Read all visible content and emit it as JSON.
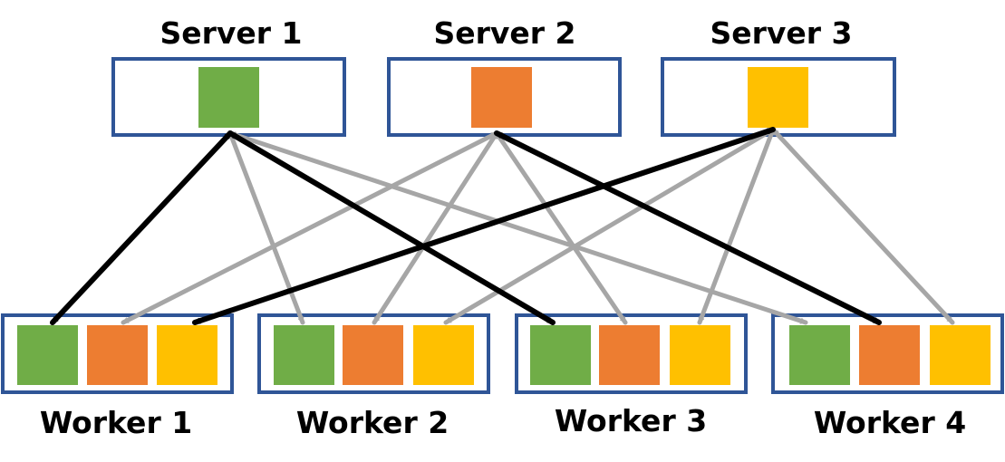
{
  "colors": {
    "green": "#70ad47",
    "orange": "#ed7d31",
    "yellow": "#ffc000",
    "box_border": "#2f5597",
    "arrow_black": "#000000",
    "arrow_gray": "#a6a6a6"
  },
  "servers": [
    {
      "id": "server-1",
      "label": "Server 1",
      "shard": "green"
    },
    {
      "id": "server-2",
      "label": "Server 2",
      "shard": "orange"
    },
    {
      "id": "server-3",
      "label": "Server 3",
      "shard": "yellow"
    }
  ],
  "workers": [
    {
      "id": "worker-1",
      "label": "Worker 1",
      "shards": [
        "green",
        "orange",
        "yellow"
      ]
    },
    {
      "id": "worker-2",
      "label": "Worker 2",
      "shards": [
        "green",
        "orange",
        "yellow"
      ]
    },
    {
      "id": "worker-3",
      "label": "Worker 3",
      "shards": [
        "green",
        "orange",
        "yellow"
      ]
    },
    {
      "id": "worker-4",
      "label": "Worker 4",
      "shards": [
        "green",
        "orange",
        "yellow"
      ]
    }
  ],
  "links": [
    {
      "server": 0,
      "worker": 1,
      "style": "gray"
    },
    {
      "server": 0,
      "worker": 3,
      "style": "gray"
    },
    {
      "server": 1,
      "worker": 0,
      "style": "gray"
    },
    {
      "server": 1,
      "worker": 1,
      "style": "gray"
    },
    {
      "server": 1,
      "worker": 2,
      "style": "gray"
    },
    {
      "server": 2,
      "worker": 1,
      "style": "gray"
    },
    {
      "server": 2,
      "worker": 2,
      "style": "gray"
    },
    {
      "server": 2,
      "worker": 3,
      "style": "gray"
    },
    {
      "server": 0,
      "worker": 0,
      "style": "black"
    },
    {
      "server": 0,
      "worker": 2,
      "style": "black"
    },
    {
      "server": 2,
      "worker": 0,
      "style": "black"
    },
    {
      "server": 1,
      "worker": 3,
      "style": "black"
    }
  ]
}
